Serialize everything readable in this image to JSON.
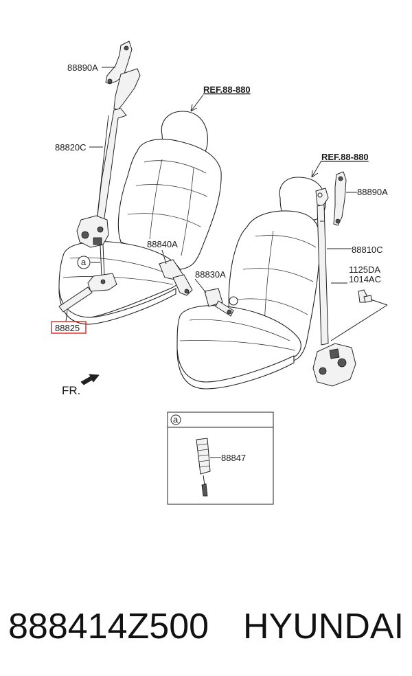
{
  "diagram": {
    "labels": {
      "l_88890a_top": "88890A",
      "l_88820c": "88820C",
      "l_88840a": "88840A",
      "l_88830a": "88830A",
      "l_88825": "88825",
      "l_88890a_right": "88890A",
      "l_88810c": "88810C",
      "l_1125da": "1125DA",
      "l_1014ac": "1014AC",
      "l_ref_left": "REF.88-880",
      "l_ref_right": "REF.88-880",
      "l_fr": "FR.",
      "l_callout_a": "a",
      "l_inset_a": "a",
      "l_88847": "88847"
    },
    "highlight_color": "#e02020"
  },
  "footer": {
    "part_number": "888414Z500",
    "brand": "HYUNDAI"
  }
}
